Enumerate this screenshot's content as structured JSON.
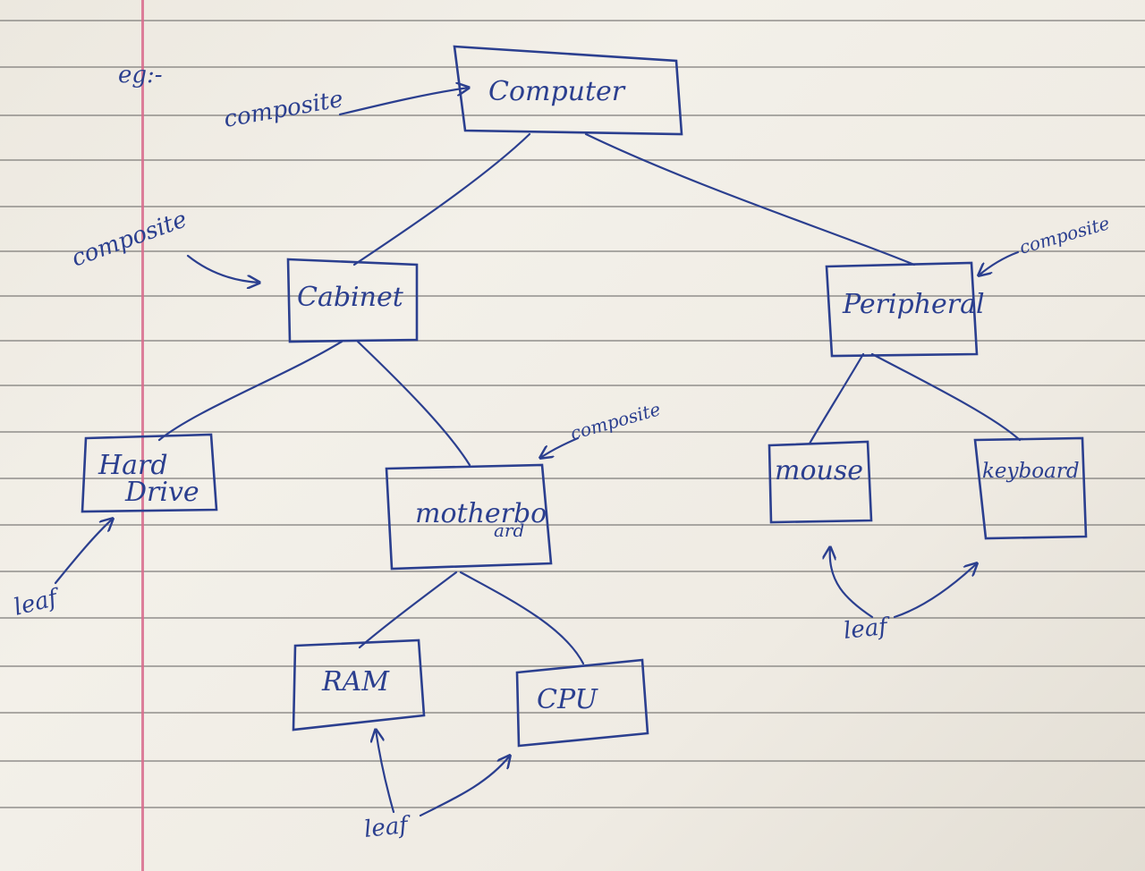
{
  "heading": "eg:-",
  "nodes": {
    "computer": "Computer",
    "cabinet": "Cabinet",
    "peripheral": "Peripheral",
    "hard_drive_line1": "Hard",
    "hard_drive_line2": "Drive",
    "motherboard_line1": "motherbo",
    "motherboard_line2": "ard",
    "mouse": "mouse",
    "keyboard": "keyboard",
    "ram": "RAM",
    "cpu": "CPU"
  },
  "annotations": {
    "composite_computer": "composite",
    "composite_cabinet": "composite",
    "composite_peripheral": "composite",
    "composite_motherboard": "composite",
    "leaf_hard_drive": "leaf",
    "leaf_mouse_keyboard": "leaf",
    "leaf_ram_cpu": "leaf"
  },
  "colors": {
    "ink": "#2b3f8f",
    "paper": "#efebe3",
    "rule_line": "#6d6b69",
    "margin_line": "#d86a8c"
  }
}
